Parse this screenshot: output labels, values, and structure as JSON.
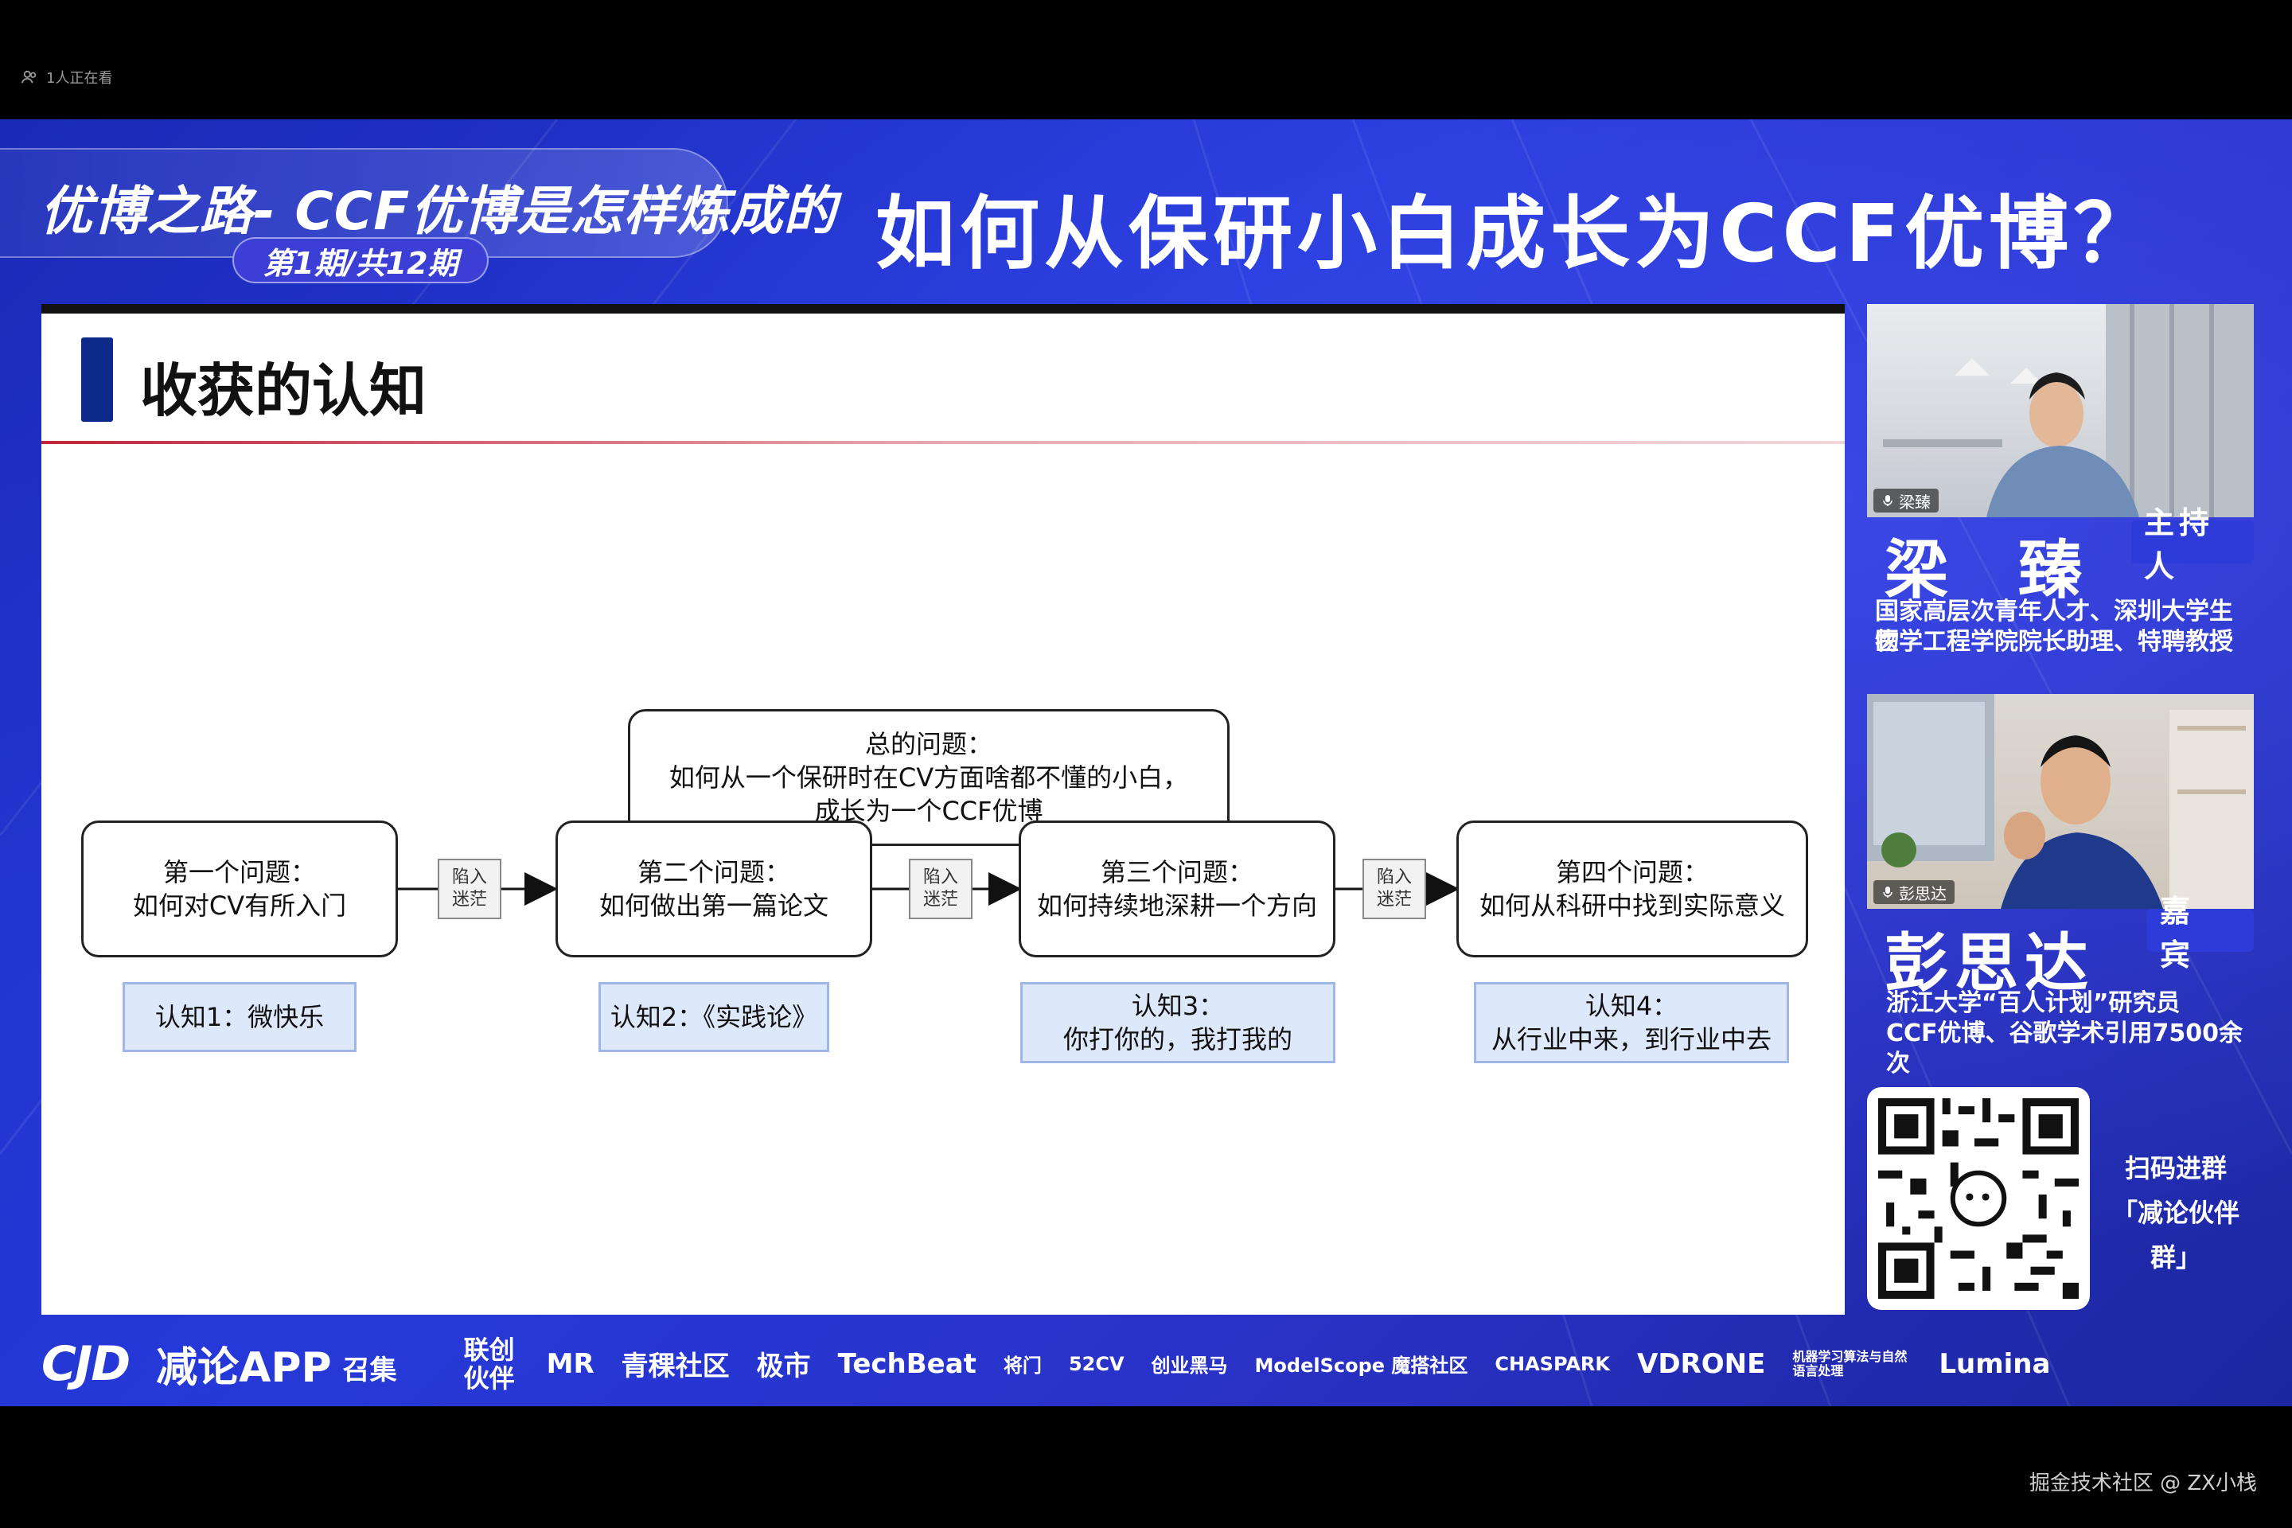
{
  "viewer_status": "1人正在看",
  "header": {
    "series_title": "优博之路- CCF优博是怎样炼成的",
    "issue": "第1期/共12期",
    "main_title": "如何从保研小白成长为CCF优博？"
  },
  "slide": {
    "heading": "收获的认知",
    "overall": {
      "line1": "总的问题：",
      "line2": "如何从一个保研时在CV方面啥都不懂的小白，",
      "line3": "成长为一个CCF优博"
    },
    "questions": [
      {
        "title": "第一个问题：",
        "text": "如何对CV有所入门"
      },
      {
        "title": "第二个问题：",
        "text": "如何做出第一篇论文"
      },
      {
        "title": "第三个问题：",
        "text": "如何持续地深耕一个方向"
      },
      {
        "title": "第四个问题：",
        "text": "如何从科研中找到实际意义"
      }
    ],
    "trap": {
      "line1": "陷入",
      "line2": "迷茫"
    },
    "cognitions": [
      {
        "line1": "认知1：微快乐",
        "line2": ""
      },
      {
        "line1": "认知2：《实践论》",
        "line2": ""
      },
      {
        "line1": "认知3：",
        "line2": "你打你的，我打我的"
      },
      {
        "line1": "认知4：",
        "line2": "从行业中来，到行业中去"
      }
    ]
  },
  "host": {
    "cam_label": "梁臻",
    "name": "梁 臻",
    "role": "主持人",
    "desc1": "国家高层次青年人才、深圳大学生物",
    "desc2": "医学工程学院院长助理、特聘教授"
  },
  "guest": {
    "cam_label": "彭思达",
    "name": "彭思达",
    "role": "嘉 宾",
    "desc1": "浙江大学“百人计划”研究员",
    "desc2": "CCF优博、谷歌学术引用7500余次"
  },
  "qr": {
    "caption1": "扫码进群",
    "caption2": "「减论伙伴群」"
  },
  "sponsor_bar": {
    "app_logo": "CJD",
    "app_name": "减论APP",
    "recruit": "召集",
    "partner_label": "联创伙伴",
    "logos": [
      "MR",
      "青稞社区",
      "极市",
      "TechBeat",
      "将门",
      "52CV",
      "创业黑马",
      "ModelScope 魔搭社区",
      "CHASPARK",
      "VDRONE",
      "机器学习算法与自然语言处理",
      "Lumina"
    ]
  },
  "watermark": "掘金技术社区 @ ZX小栈",
  "colors": {
    "stage_blue": "#2437d6",
    "navy_accent": "#0d2a8a",
    "cognition_fill": "#dde8fb",
    "red_rule": "#c0243a"
  }
}
